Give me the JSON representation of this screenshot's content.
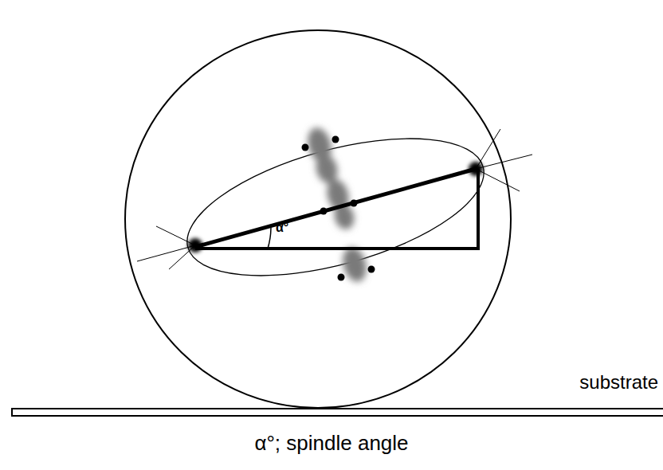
{
  "diagram": {
    "caption": "α°; spindle angle",
    "labels": [
      "α°",
      "substrate"
    ]
  }
}
